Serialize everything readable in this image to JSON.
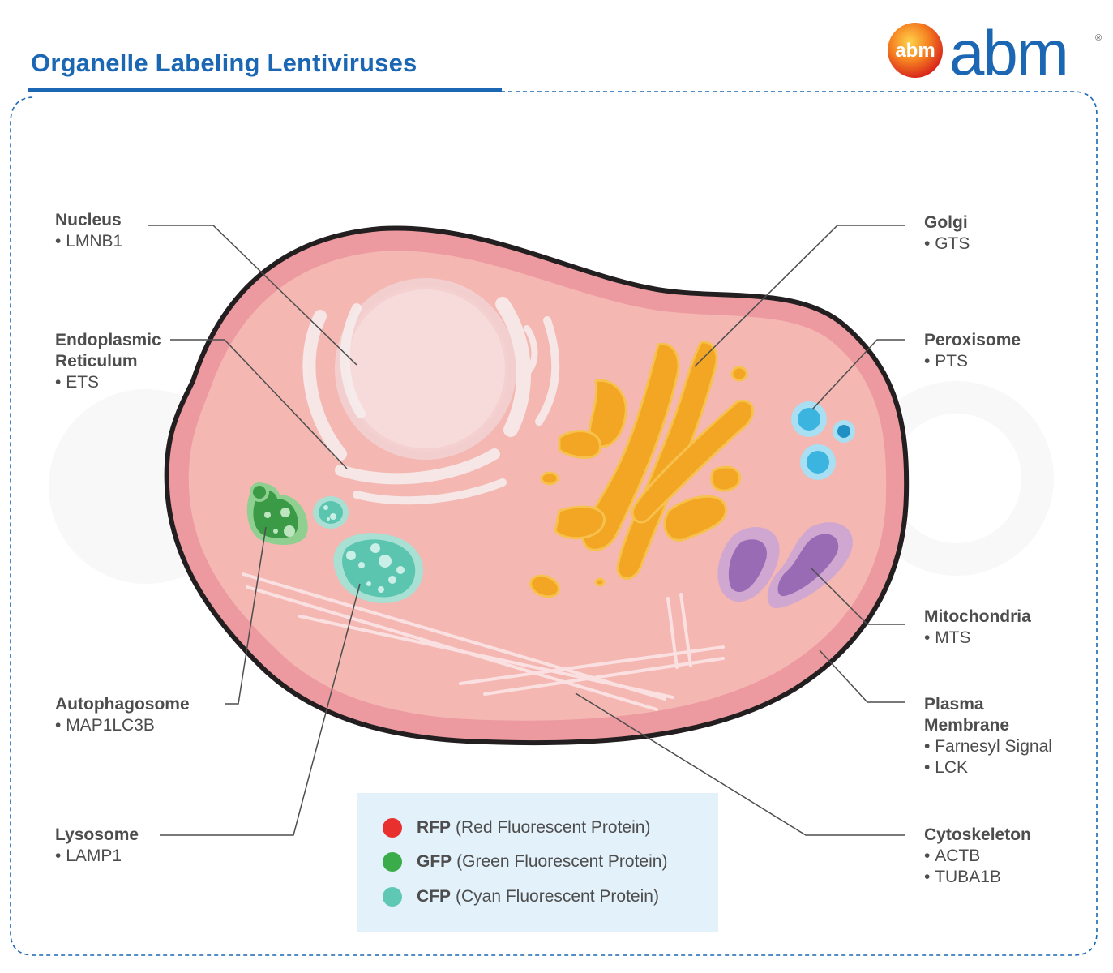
{
  "header": {
    "title": "Organelle Labeling Lentiviruses",
    "title_color": "#1b67b3",
    "logo": {
      "badge_text": "abm",
      "wordmark": "abm",
      "registered": "®"
    }
  },
  "organelles": [
    {
      "key": "nucleus",
      "name": "Nucleus",
      "markers": [
        "LMNB1"
      ]
    },
    {
      "key": "er",
      "name": "Endoplasmic Reticulum",
      "name_lines": [
        "Endoplasmic",
        "Reticulum"
      ],
      "markers": [
        "ETS"
      ]
    },
    {
      "key": "autophagosome",
      "name": "Autophagosome",
      "markers": [
        "MAP1LC3B"
      ]
    },
    {
      "key": "lysosome",
      "name": "Lysosome",
      "markers": [
        "LAMP1"
      ]
    },
    {
      "key": "golgi",
      "name": "Golgi",
      "markers": [
        "GTS"
      ]
    },
    {
      "key": "peroxisome",
      "name": "Peroxisome",
      "markers": [
        "PTS"
      ]
    },
    {
      "key": "mitochondria",
      "name": "Mitochondria",
      "markers": [
        "MTS"
      ]
    },
    {
      "key": "plasma_membrane",
      "name": "Plasma Membrane",
      "name_lines": [
        "Plasma",
        "Membrane"
      ],
      "markers": [
        "Farnesyl Signal",
        "LCK"
      ]
    },
    {
      "key": "cytoskeleton",
      "name": "Cytoskeleton",
      "markers": [
        "ACTB",
        "TUBA1B"
      ]
    }
  ],
  "legend": [
    {
      "key": "RFP",
      "desc": "(Red Fluorescent Protein)",
      "color": "#e8302e"
    },
    {
      "key": "GFP",
      "desc": "(Green Fluorescent Protein)",
      "color": "#3aac4a"
    },
    {
      "key": "CFP",
      "desc": "(Cyan Fluorescent Protein)",
      "color": "#5ec8b4"
    }
  ],
  "colors": {
    "cell_fill": "#f3b3b0",
    "cell_rim": "#ec9ca0",
    "cell_outline": "#231f20",
    "golgi": "#f3a623",
    "mitochondria": "#9a6bb5",
    "peroxisome": "#3bb4e0",
    "autophagosome": "#3a9a45",
    "lysosome": "#5cc5b0",
    "leader": "#4d4d4d"
  }
}
